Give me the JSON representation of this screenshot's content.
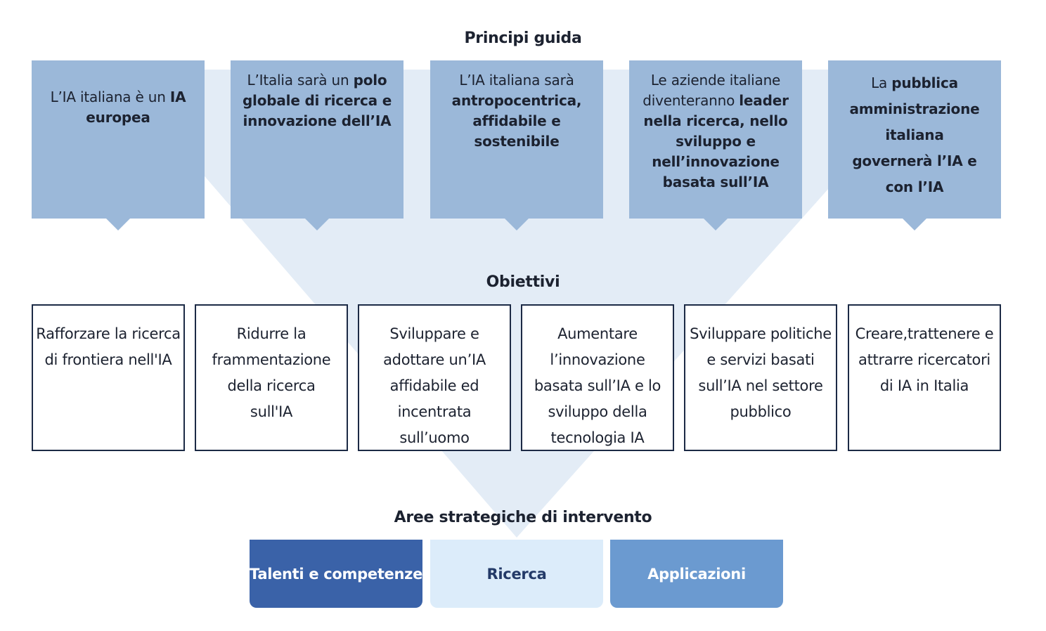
{
  "colors": {
    "principle_box": "#9bb8d9",
    "funnel": "#e3ecf6",
    "objective_border": "#1c2a45",
    "area_talenti": "#3a62a8",
    "area_ricerca": "#dcecfa",
    "area_applicazioni": "#6b9ad0"
  },
  "headings": {
    "principles": "Principi guida",
    "objectives": "Obiettivi",
    "areas": "Aree strategiche di intervento"
  },
  "principles": [
    {
      "pre": "L’IA italiana è un ",
      "bold": "IA europea",
      "post": ""
    },
    {
      "pre": "L’Italia sarà un ",
      "bold": "polo globale di ricerca e innovazione dell’IA",
      "post": ""
    },
    {
      "pre": "L’IA italiana sarà ",
      "bold": "antropocentrica, affidabile e sostenibile",
      "post": ""
    },
    {
      "pre": "Le aziende italiane diventeranno ",
      "bold": "leader nella ricerca, nello sviluppo e nell’innovazione basata sull’IA",
      "post": ""
    },
    {
      "pre": "La ",
      "bold": "pubblica amministrazione italiana governerà l’IA e con l’IA",
      "post": ""
    }
  ],
  "objectives": [
    "Rafforzare la ricerca di frontiera nell'IA",
    "Ridurre la frammentazione della ricerca sull'IA",
    "Sviluppare e adottare un’IA affidabile ed incentrata sull’uomo",
    "Aumentare l’innovazione basata sull’IA e lo sviluppo della tecnologia IA",
    "Sviluppare politiche e servizi basati sull’IA nel settore pubblico",
    "Creare,trattenere e attrarre ricercatori di IA in Italia"
  ],
  "areas": [
    "Talenti e competenze",
    "Ricerca",
    "Applicazioni"
  ]
}
